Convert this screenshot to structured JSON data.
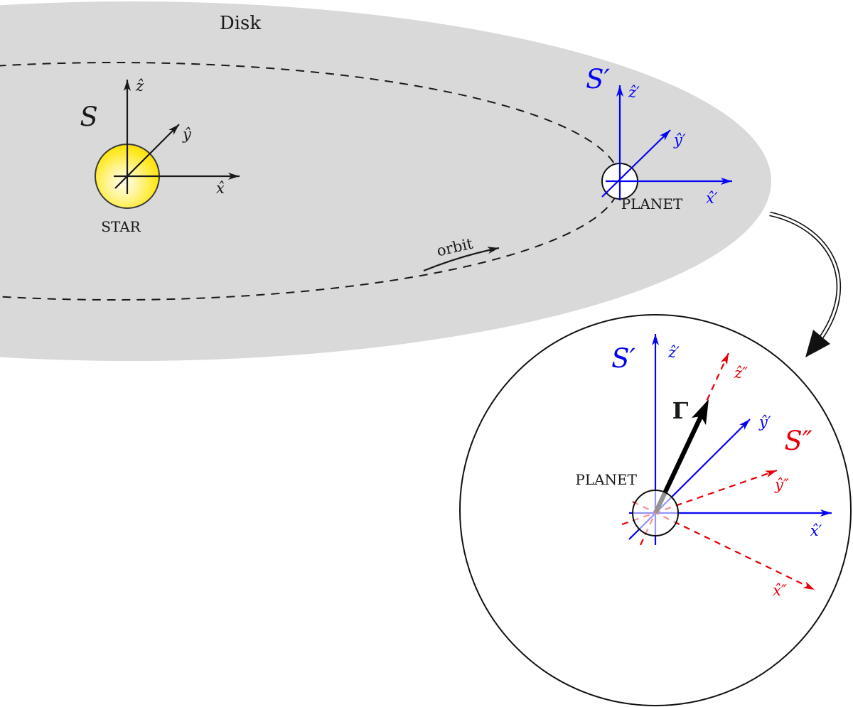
{
  "figure": {
    "disk_label": "Disk",
    "orbit_label": "orbit",
    "star": {
      "caption": "STAR",
      "frame_label": "S",
      "axis_x": "x̂",
      "axis_y": "ŷ",
      "axis_z": "ẑ"
    },
    "planet": {
      "caption": "PLANET",
      "frame_label": "S′",
      "axis_x": "x̂′",
      "axis_y": "ŷ′",
      "axis_z": "ẑ′"
    },
    "inset": {
      "caption": "PLANET",
      "frame_prime_label": "S′",
      "frame_doubleprime_label": "S″",
      "torque_label": "Γ",
      "axis_x_prime": "x̂′",
      "axis_y_prime": "ŷ′",
      "axis_z_prime": "ẑ′",
      "axis_x_doubleprime": "x̂″",
      "axis_y_doubleprime": "ŷ″",
      "axis_z_doubleprime": "ẑ″"
    }
  },
  "colors": {
    "disk_fill": "#d9d9d9",
    "frame_s": "#1a1a1a",
    "frame_s_prime": "#0404f2",
    "frame_s_doubleprime": "#e60008",
    "star_core": "#fffdee",
    "star_edge": "#f8d703",
    "planet_fill": "#ffffff",
    "torque_arrow": "#000000"
  }
}
